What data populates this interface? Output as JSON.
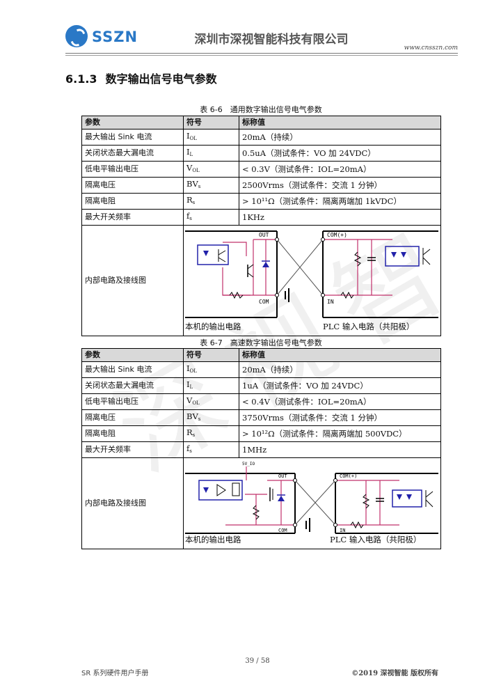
{
  "header": {
    "logo_text": "SSZN",
    "company": "深圳市深视智能科技有限公司",
    "website": "www.cnsszn.com",
    "brand_color": "#2a78c6"
  },
  "section": {
    "number": "6.1.3",
    "title": "数字输出信号电气参数"
  },
  "watermark": "深视智",
  "table1": {
    "caption": "表 6-6　通用数字输出信号电气参数",
    "headers": [
      "参数",
      "符号",
      "标称值"
    ],
    "rows": [
      {
        "param": "最大输出 Sink 电流",
        "sym_main": "I",
        "sym_sub": "OL",
        "value": "20mA（持续）"
      },
      {
        "param": "关闭状态最大漏电流",
        "sym_main": "I",
        "sym_sub": "L",
        "value": "0.5uA（测试条件：VO 加 24VDC）"
      },
      {
        "param": "低电平输出电压",
        "sym_main": "V",
        "sym_sub": "OL",
        "value": "< 0.3V（测试条件：IOL=20mA）"
      },
      {
        "param": "隔离电压",
        "sym_main": "BV",
        "sym_sub": "s",
        "value": "2500Vrms（测试条件：交流 1 分钟）"
      },
      {
        "param": "隔离电阻",
        "sym_main": "R",
        "sym_sub": "s",
        "value": "> 10¹¹Ω（测试条件：隔离两端加 1kVDC）"
      },
      {
        "param": "最大开关频率",
        "sym_main": "f",
        "sym_sub": "s",
        "value": "1KHz"
      }
    ],
    "circuit_param": "内部电路及接线图",
    "circuit_left_label": "本机的输出电路",
    "circuit_right_label": "PLC 输入电路（共阳极）",
    "pin_out": "OUT",
    "pin_com": "COM",
    "pin_com_plus": "COM(+)",
    "pin_in": "IN"
  },
  "table2": {
    "caption": "表 6-7　高速数字输出信号电气参数",
    "headers": [
      "参数",
      "符号",
      "标称值"
    ],
    "rows": [
      {
        "param": "最大输出 Sink 电流",
        "sym_main": "I",
        "sym_sub": "OL",
        "value": "20mA（持续）"
      },
      {
        "param": "关闭状态最大漏电流",
        "sym_main": "I",
        "sym_sub": "L",
        "value": "1uA（测试条件：VO 加 24VDC）"
      },
      {
        "param": "低电平输出电压",
        "sym_main": "V",
        "sym_sub": "OL",
        "value": "< 0.4V（测试条件：IOL=20mA）"
      },
      {
        "param": "隔离电压",
        "sym_main": "BV",
        "sym_sub": "s",
        "value": "3750Vrms（测试条件：交流 1 分钟）"
      },
      {
        "param": "隔离电阻",
        "sym_main": "R",
        "sym_sub": "s",
        "value": "> 10¹²Ω（测试条件：隔离两端加 500VDC）"
      },
      {
        "param": "最大开关频率",
        "sym_main": "f",
        "sym_sub": "s",
        "value": "1MHz"
      }
    ],
    "circuit_param": "内部电路及接线图",
    "circuit_left_label": "本机的输出电路",
    "circuit_right_label": "PLC 输入电路（共阳极）",
    "pin_5v": "5V_IO",
    "pin_out": "OUT",
    "pin_com": "COM",
    "pin_com_plus": "COM(+)",
    "pin_in": "IN"
  },
  "footer": {
    "page": "39 / 58",
    "left": "SR 系列硬件用户手册",
    "right": "©2019 深视智能 版权所有"
  }
}
